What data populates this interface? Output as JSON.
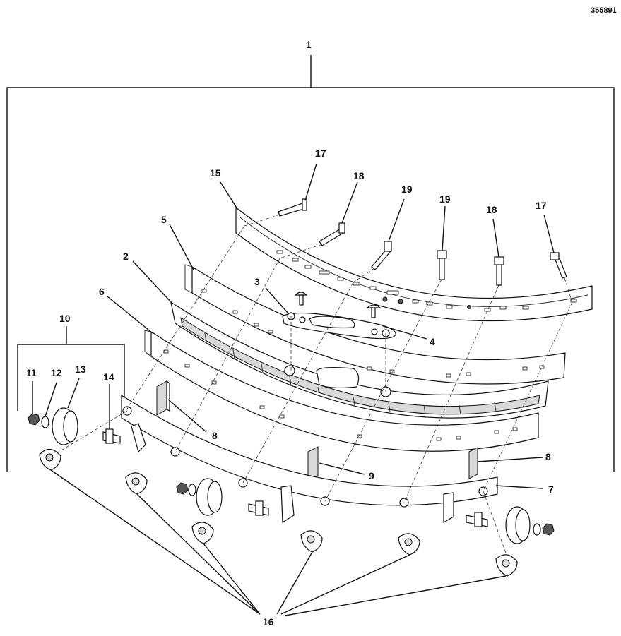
{
  "drawing_id": "355891",
  "callouts": {
    "c1": "1",
    "c2": "2",
    "c3": "3",
    "c4": "4",
    "c5": "5",
    "c6": "6",
    "c7": "7",
    "c8a": "8",
    "c8b": "8",
    "c9": "9",
    "c10": "10",
    "c11": "11",
    "c12": "12",
    "c13": "13",
    "c14": "14",
    "c15": "15",
    "c16": "16",
    "c17a": "17",
    "c17b": "17",
    "c18a": "18",
    "c18b": "18",
    "c19a": "19",
    "c19b": "19"
  }
}
